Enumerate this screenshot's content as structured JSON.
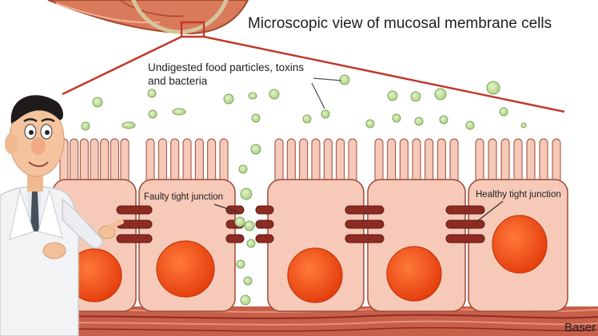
{
  "diagram": {
    "title": "Microscopic view of mucosal membrane cells",
    "food_label": "Undigested food particles, toxins and bacteria",
    "faulty_label": "Faulty tight junction",
    "healthy_label": "Healthy tight junction",
    "base_label": "Baser"
  },
  "colors": {
    "cell_fill": "#f6c9b8",
    "cell_stroke": "#9b4a3a",
    "nucleus": "#f24a12",
    "junction": "#8e2b22",
    "particle": "#c9e3a8",
    "pointer_line": "#c0392b",
    "base_tissue": "#b9503c",
    "coat": "#f2f3f5"
  },
  "elements": {
    "cell_count": 5,
    "character": "cartoon-doctor-in-lab-coat"
  }
}
